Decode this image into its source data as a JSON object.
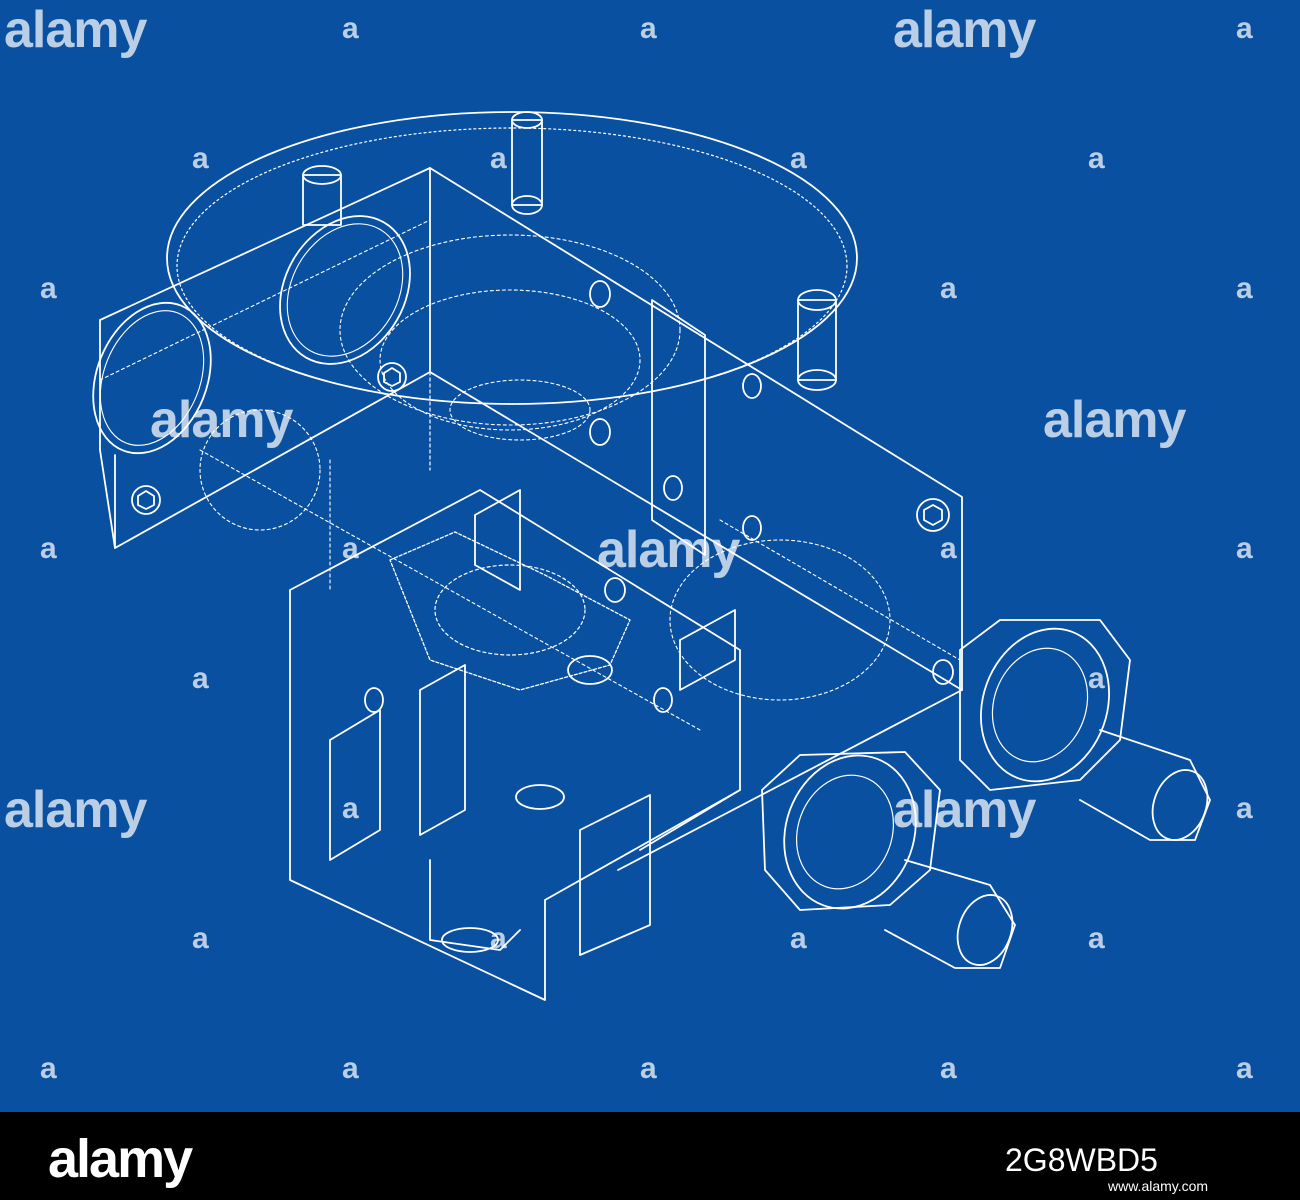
{
  "colors": {
    "background": "#0a50a0",
    "line": "#ffffff",
    "footer": "#000000"
  },
  "watermark": {
    "word": "alamy",
    "letter": "a"
  },
  "footer": {
    "logo": "alamy",
    "image_id": "2G8WBD5",
    "url": "www.alamy.com"
  }
}
